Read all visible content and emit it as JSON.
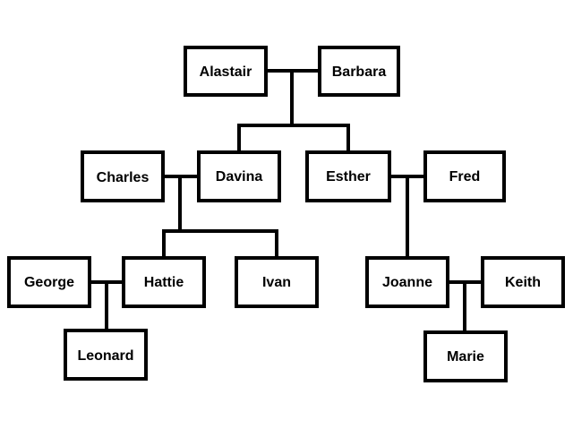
{
  "diagram": {
    "type": "family-tree",
    "line_color": "#000000",
    "box_fill": "#ffffff",
    "people": {
      "alastair": "Alastair",
      "barbara": "Barbara",
      "charles": "Charles",
      "davina": "Davina",
      "esther": "Esther",
      "fred": "Fred",
      "george": "George",
      "hattie": "Hattie",
      "ivan": "Ivan",
      "joanne": "Joanne",
      "keith": "Keith",
      "leonard": "Leonard",
      "marie": "Marie"
    },
    "couples": [
      [
        "alastair",
        "barbara"
      ],
      [
        "charles",
        "davina"
      ],
      [
        "esther",
        "fred"
      ],
      [
        "george",
        "hattie"
      ],
      [
        "joanne",
        "keith"
      ]
    ],
    "children": [
      {
        "parents": [
          "alastair",
          "barbara"
        ],
        "children": [
          "davina",
          "esther"
        ]
      },
      {
        "parents": [
          "charles",
          "davina"
        ],
        "children": [
          "hattie",
          "ivan"
        ]
      },
      {
        "parents": [
          "esther",
          "fred"
        ],
        "children": [
          "joanne"
        ]
      },
      {
        "parents": [
          "george",
          "hattie"
        ],
        "children": [
          "leonard"
        ]
      },
      {
        "parents": [
          "joanne",
          "keith"
        ],
        "children": [
          "marie"
        ]
      }
    ]
  }
}
